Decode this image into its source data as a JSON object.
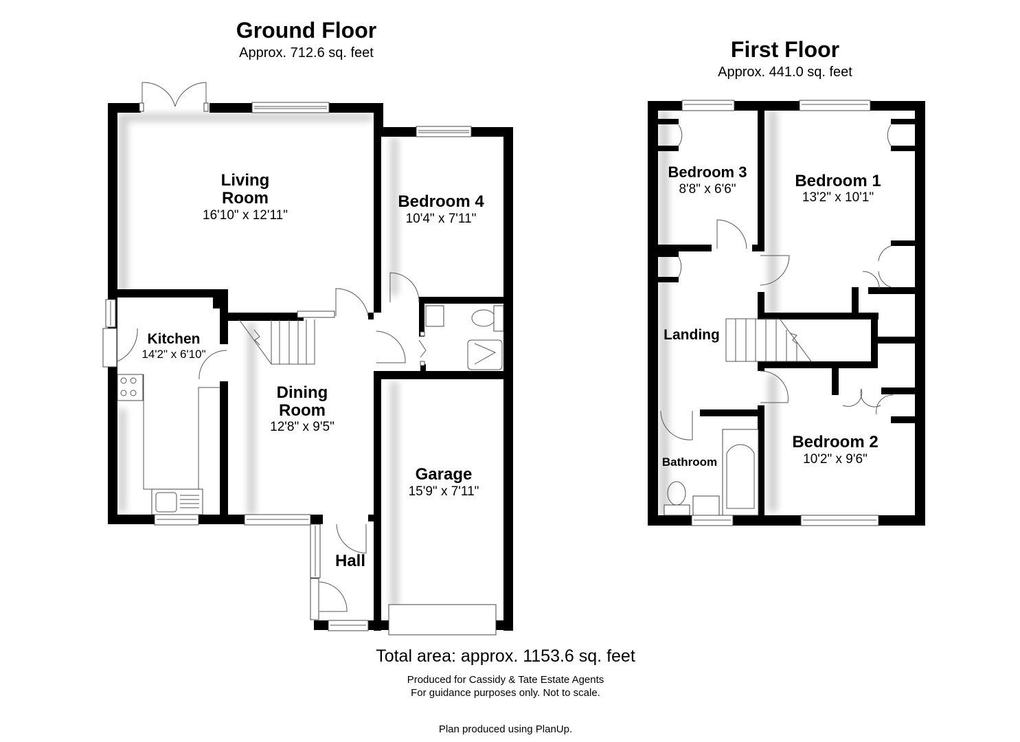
{
  "ground_floor": {
    "title": "Ground Floor",
    "area": "Approx. 712.6 sq. feet",
    "rooms": [
      {
        "name_line1": "Living",
        "name_line2": "Room",
        "dims": "16'10\" x 12'11\""
      },
      {
        "name": "Bedroom 4",
        "dims": "10'4\" x 7'11\""
      },
      {
        "name": "Kitchen",
        "dims": "14'2\" x 6'10\""
      },
      {
        "name_line1": "Dining",
        "name_line2": "Room",
        "dims": "12'8\" x 9'5\""
      },
      {
        "name": "Garage",
        "dims": "15'9\" x 7'11\""
      },
      {
        "name": "Hall"
      }
    ]
  },
  "first_floor": {
    "title": "First Floor",
    "area": "Approx. 441.0 sq. feet",
    "rooms": [
      {
        "name": "Bedroom 3",
        "dims": "8'8\" x 6'6\""
      },
      {
        "name": "Bedroom 1",
        "dims": "13'2\" x 10'1\""
      },
      {
        "name": "Landing"
      },
      {
        "name": "Bedroom 2",
        "dims": "10'2\" x 9'6\""
      },
      {
        "name": "Bathroom"
      }
    ]
  },
  "footer": {
    "total_area": "Total area: approx. 1153.6 sq. feet",
    "produced_for": "Produced for Cassidy & Tate Estate Agents",
    "disclaimer": "For guidance purposes only. Not to scale.",
    "software": "Plan produced using PlanUp."
  }
}
